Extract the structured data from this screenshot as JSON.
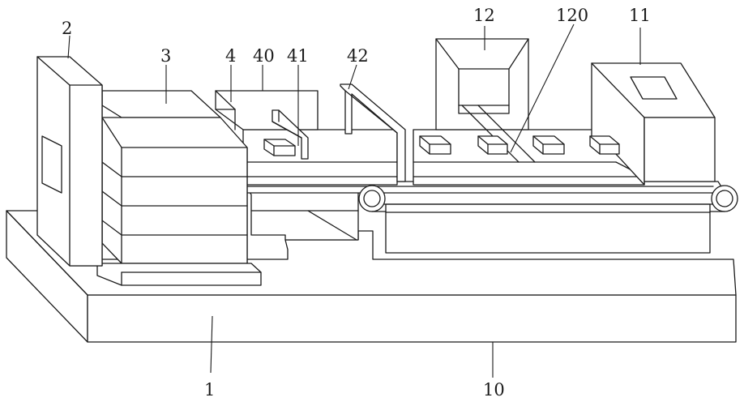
{
  "labels": {
    "l1": "1",
    "l2": "2",
    "l3": "3",
    "l4": "4",
    "l10": "10",
    "l11": "11",
    "l12": "12",
    "l40": "40",
    "l41": "41",
    "l42": "42",
    "l120": "120"
  },
  "colors": {
    "stroke": "#1a1a1a",
    "background": "#ffffff"
  }
}
